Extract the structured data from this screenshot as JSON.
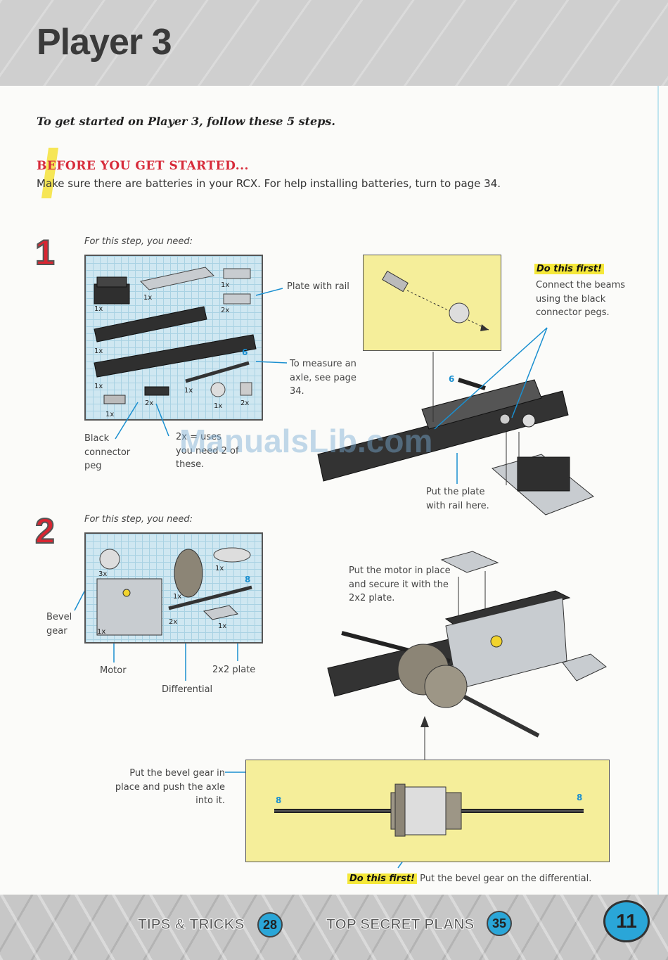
{
  "page": {
    "title": "Player 3",
    "intro": "To get started on Player 3, follow these 5 steps.",
    "before_title": "BEFORE YOU GET STARTED...",
    "before_text": "Make sure there are batteries in your RCX. For help installing batteries, turn to page 34.",
    "watermark": "ManualsLib.com"
  },
  "step1": {
    "number": "1",
    "need": "For this step, you need:",
    "quantities": [
      "1x",
      "1x",
      "1x",
      "2x",
      "1x",
      "1x",
      "1x",
      "2x",
      "1x",
      "1x",
      "2x"
    ],
    "axle_size": "6",
    "label_plate_rail": "Plate with rail",
    "label_axle": "To measure an axle, see page 34.",
    "label_black_peg": "Black connector peg",
    "label_two_of_these": "2x = uses you need 2 of these.",
    "do_first_title": "Do this first!",
    "do_first_text": "Connect the beams using the black connector pegs.",
    "assembly_axle_size": "6",
    "put_plate_here": "Put the plate with rail here."
  },
  "step2": {
    "number": "2",
    "need": "For this step, you need:",
    "quantities": [
      "3x",
      "1x",
      "1x",
      "1x",
      "2x",
      "1x"
    ],
    "axle_size": "8",
    "label_bevel_gear": "Bevel gear",
    "label_motor": "Motor",
    "label_differential": "Differential",
    "label_plate": "2x2 plate",
    "motor_note": "Put the motor in place and secure it with the 2x2 plate.",
    "bevel_note": "Put the bevel gear in place and push the axle into it.",
    "axle_left": "8",
    "axle_right": "8",
    "do_first_title": "Do this first!",
    "do_first_text": "Put the bevel gear on the differential."
  },
  "footer": {
    "tips_label": "TIPS & TRICKS",
    "tips_page": "28",
    "plans_label": "TOP SECRET PLANS",
    "plans_page": "35",
    "page_number": "11"
  },
  "colors": {
    "accent_red": "#d92632",
    "blue": "#2aa6d8",
    "highlight": "#f5e83a",
    "grid": "#cfe7f1"
  }
}
